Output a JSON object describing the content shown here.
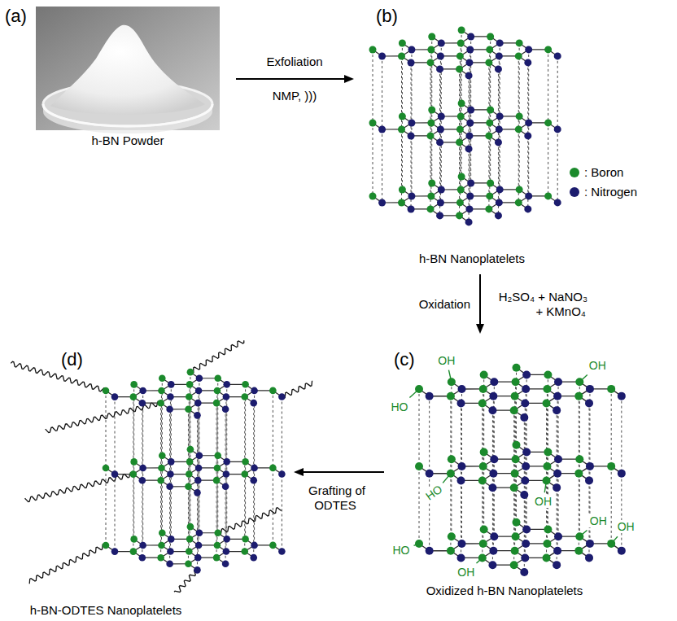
{
  "diagram": {
    "nodes": [
      {
        "text": [
          "(a)",
          "h-BN Powder"
        ]
      },
      {
        "text": [
          "(b)",
          "h-BN Nanoplatelets"
        ]
      },
      {
        "text": [
          "(c)",
          "Oxidized h-BN Nanoplatelets"
        ]
      },
      {
        "text": [
          "(d)",
          "h-BN-ODTES Nanoplatelets"
        ]
      }
    ],
    "edges": [
      {
        "from": 0,
        "to": 1,
        "arrow": "to",
        "label": "Exfoliation"
      },
      {
        "from": 1,
        "to": 2,
        "arrow": "to",
        "label": "Oxidation"
      },
      {
        "from": 2,
        "to": 3,
        "arrow": "to",
        "label": "Grafting of ODTES"
      }
    ],
    "labels": [
      "NMP, )))",
      "H₂SO₄ + NaNO₃ + KMnO₄",
      "OH",
      "OH",
      "HO",
      "HO",
      "OH",
      "OH",
      "OH",
      "HO",
      "OH"
    ],
    "legend": [
      {
        "text": ": Boron",
        "color": "#1b8a2c"
      },
      {
        "text": ": Nitrogen",
        "color": "#1c1c6e"
      }
    ]
  }
}
